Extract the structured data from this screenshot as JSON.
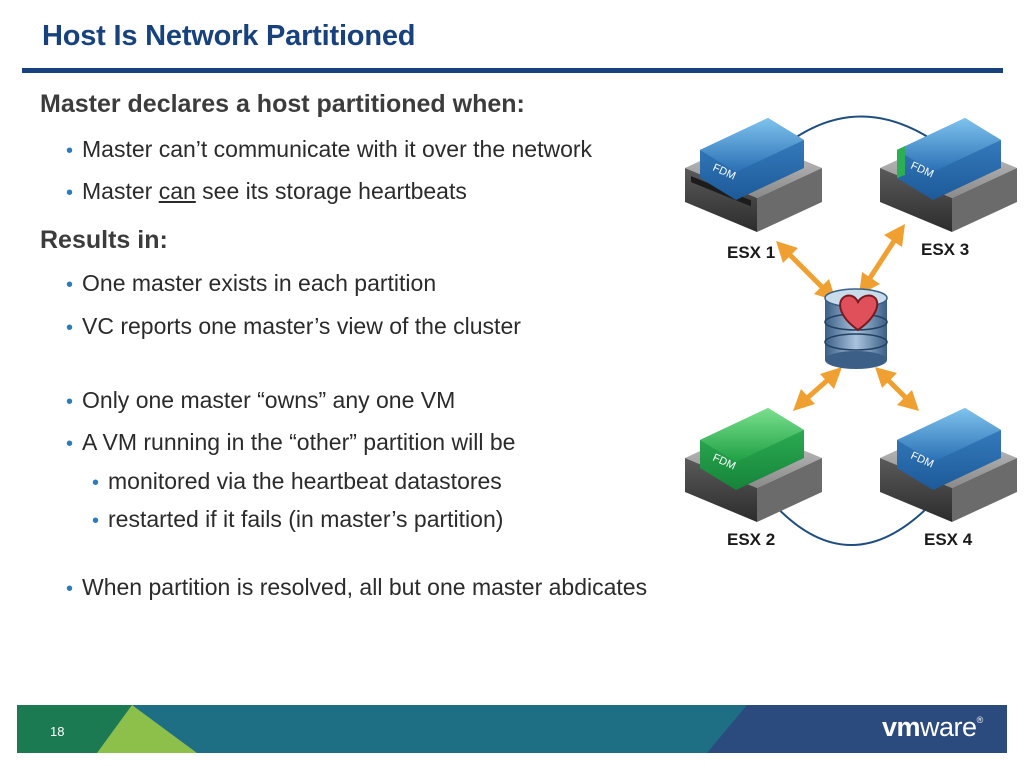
{
  "title": "Host Is Network Partitioned",
  "sections": {
    "declares_heading": "Master declares a host partitioned when:",
    "declares_1": "Master can’t communicate with it over the network",
    "declares_2_pre": "Master ",
    "declares_2_u": "can",
    "declares_2_post": " see its storage heartbeats",
    "results_heading": "Results in:",
    "results_1": "One master exists in each partition",
    "results_2": "VC reports one master’s view of the cluster",
    "results_3": "Only one master “owns” any one VM",
    "results_4": "A VM running in the “other” partition will be",
    "results_4a": "monitored via the heartbeat datastores",
    "results_4b": "restarted if it fails (in master’s partition)",
    "results_5": "When partition is resolved, all but one master abdicates"
  },
  "bullet_char": "•",
  "diagram": {
    "hosts": [
      {
        "label": "ESX 1",
        "agent": "FDM",
        "color": "blue"
      },
      {
        "label": "ESX 3",
        "agent": "FDM",
        "color": "blue-green"
      },
      {
        "label": "ESX 2",
        "agent": "FDM",
        "color": "green"
      },
      {
        "label": "ESX 4",
        "agent": "FDM",
        "color": "blue"
      }
    ],
    "datastore_icon": "heart-datastore-icon"
  },
  "footer": {
    "page_number": "18",
    "logo_bold": "vm",
    "logo_rest": "ware",
    "logo_mark": "®"
  },
  "colors": {
    "title": "#17427e",
    "bullet": "#2a7cbf",
    "arrow": "#f0a030",
    "footer_teal": "#1e6e84",
    "footer_green": "#8cc04a",
    "footer_navy": "#2b4a7e"
  }
}
